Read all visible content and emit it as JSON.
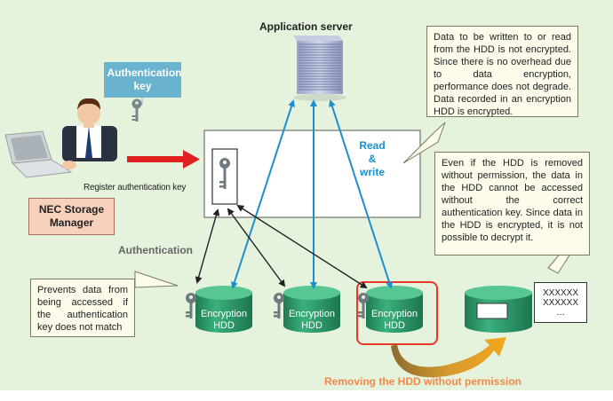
{
  "app_server_label": "Application server",
  "auth_key_label": "Authentication key",
  "register_label": "Register authentication key",
  "nec_label": "NEC Storage Manager",
  "read_write_label": "Read\n&\nwrite",
  "authentication_label": "Authentication",
  "note_top": "Data to be written to or read from the HDD is not encrypted. Since there is no overhead due to data encryption, performance does not degrade. Data recorded in an encryption HDD is encrypted.",
  "note_right": "Even if the HDD is removed without permission, the data in the HDD cannot be accessed without the correct authentication key. Since data in the HDD is encrypted, it is not possible to decrypt it.",
  "note_left": "Prevents data from being accessed if the authentication key does not match",
  "hdd_label": "Encryption\nHDD",
  "data_display": "XXXXXX\nXXXXXX\n…",
  "removing_label": "Removing the HDD without permission",
  "colors": {
    "background": "#e5f2dc",
    "cylinder": "#2e9a6c",
    "blue_arrow": "#1b8fd0",
    "red_arrow": "#e32020",
    "highlight": "#e83828",
    "auth_key_box": "#69b3cf",
    "nec_box": "#f8d1bd",
    "orange_arrow": "#e8a020",
    "removing_text": "#f08a4b"
  }
}
